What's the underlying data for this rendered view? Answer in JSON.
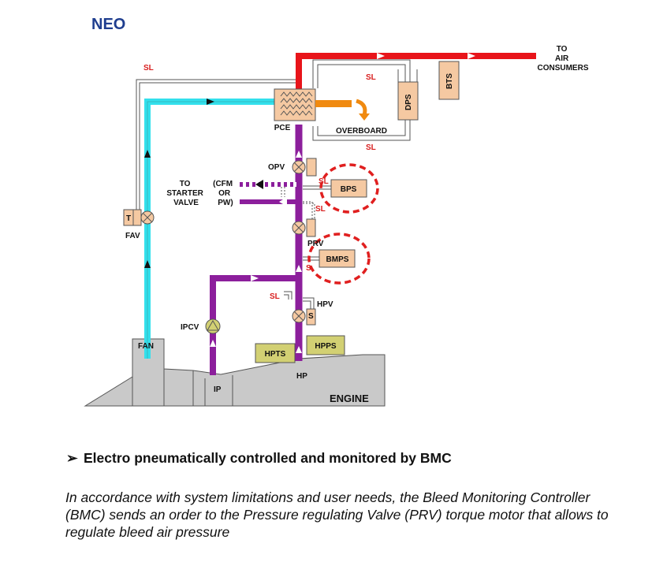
{
  "title": "NEO",
  "labels": {
    "to_air_consumers": [
      "TO",
      "AIR",
      "CONSUMERS"
    ],
    "sl": "SL",
    "sl_short": "S",
    "pce": "PCE",
    "overboard": "OVERBOARD",
    "dps": "DPS",
    "bts": "BTS",
    "opv": "OPV",
    "bps": "BPS",
    "to_starter_valve": [
      "TO",
      "STARTER",
      "VALVE"
    ],
    "cfm_or_pw": [
      "(CFM",
      "OR",
      "PW)"
    ],
    "prv": "PRV",
    "bmps": "BMPS",
    "fav": "FAV",
    "hpv": "HPV",
    "ipcv": "IPCV",
    "hpts": "HPTS",
    "hpps": "HPPS",
    "fan": "FAN",
    "ip": "IP",
    "hp": "HP",
    "engine": "ENGINE",
    "t": "T",
    "s": "S"
  },
  "bullet": {
    "arrow": "➢",
    "text": "Electro pneumatically controlled and monitored by BMC"
  },
  "description": "In accordance with system limitations and user needs, the Bleed  Monitoring Controller (BMC) sends an order to the Pressure regulating Valve (PRV) torque motor that allows to regulate bleed air pressure",
  "colors": {
    "title": "#1f3e8f",
    "supply_line": "#e8141a",
    "fan_air": "#33e0ec",
    "hp_air": "#8c1f9c",
    "component_fill": "#f5c9a2",
    "sensor_fill": "#d2d073",
    "highlight": "#e01f1f",
    "engine_fill": "#c9c9c9",
    "overboard_arrow": "#f08a10"
  }
}
